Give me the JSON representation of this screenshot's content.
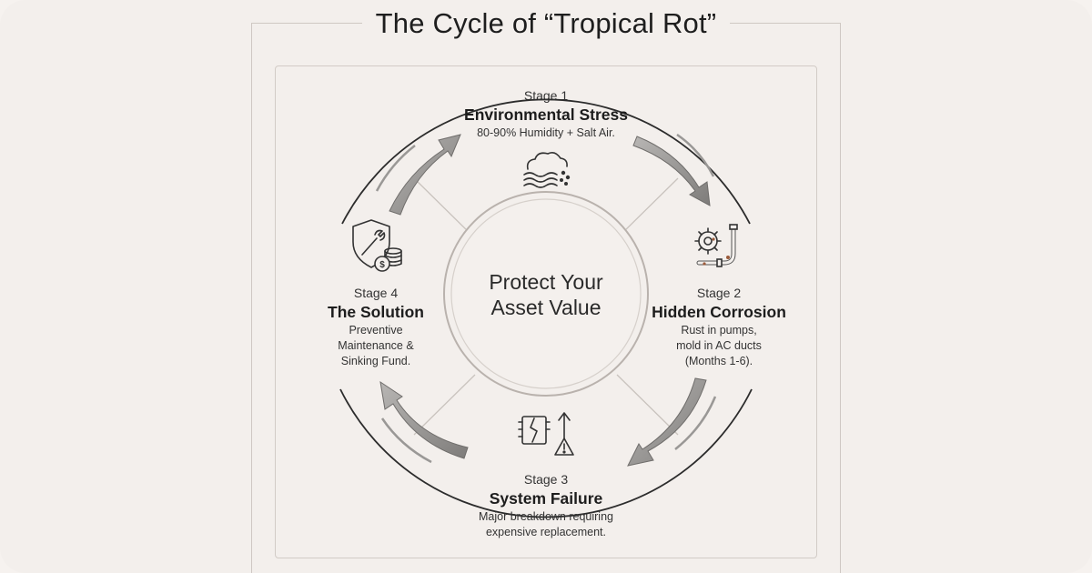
{
  "title": "The Cycle of “Tropical Rot”",
  "center": {
    "line1": "Protect Your",
    "line2": "Asset Value"
  },
  "stages": [
    {
      "num": "Stage 1",
      "name": "Environmental Stress",
      "desc": [
        "80-90% Humidity + Salt Air."
      ],
      "icon": "humidity-cloud-icon"
    },
    {
      "num": "Stage 2",
      "name": "Hidden Corrosion",
      "desc": [
        "Rust in pumps,",
        "mold in AC ducts",
        "(Months 1-6)."
      ],
      "icon": "rusty-gear-pipe-icon"
    },
    {
      "num": "Stage 3",
      "name": "System Failure",
      "desc": [
        "Major breakdown requiring",
        "expensive replacement."
      ],
      "icon": "broken-circuit-warning-icon"
    },
    {
      "num": "Stage 4",
      "name": "The Solution",
      "desc": [
        "Preventive",
        "Maintenance &",
        "Sinking Fund."
      ],
      "icon": "shield-wrench-coins-icon"
    }
  ],
  "colors": {
    "background": "#f3efec",
    "ring": "#2c2c2c",
    "arrow": "#8c8a88",
    "icon": "#333333",
    "rust": "#9a5a3a"
  }
}
